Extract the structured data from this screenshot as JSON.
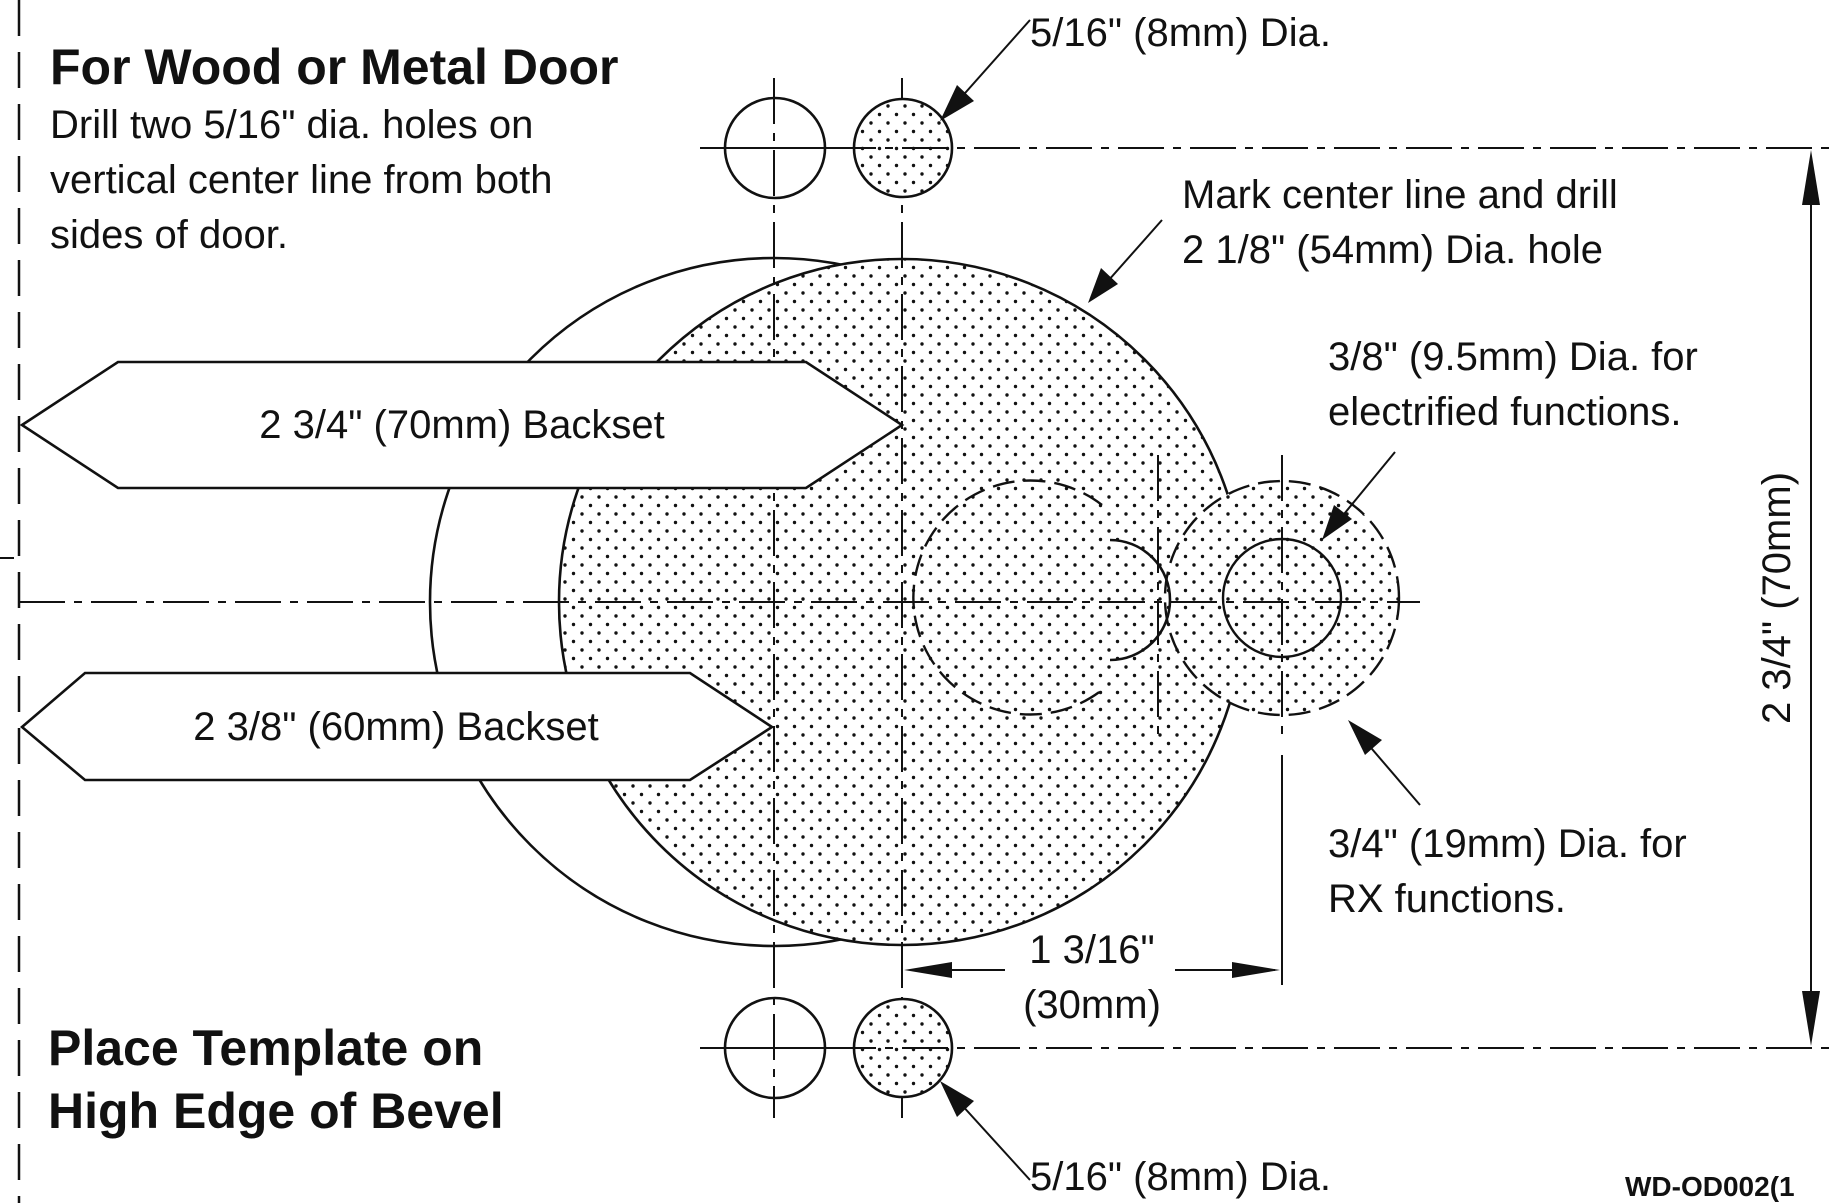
{
  "header": {
    "title": "For Wood or Metal Door",
    "instructions": [
      "Drill two 5/16\" dia. holes on",
      "vertical center line from both",
      "sides of door."
    ]
  },
  "footer": {
    "title_lines": [
      "Place Template on",
      "High Edge of Bevel"
    ],
    "document_code": "WD-OD002(1"
  },
  "callouts": {
    "top_hole": "5/16\" (8mm) Dia.",
    "bottom_hole": "5/16\" (8mm) Dia.",
    "main_hole": [
      "Mark center line and drill",
      "2 1/8\" (54mm) Dia. hole"
    ],
    "electrified": [
      "3/8\" (9.5mm) Dia. for",
      "electrified functions."
    ],
    "rx": [
      "3/4\" (19mm) Dia. for",
      "RX functions."
    ]
  },
  "dimensions": {
    "backset_large": "2 3/4\" (70mm) Backset",
    "backset_small": "2 3/8\" (60mm) Backset",
    "horizontal_offset": [
      "1 3/16\"",
      "(30mm)"
    ],
    "vertical_spacing": "2 3/4\" (70mm)"
  }
}
